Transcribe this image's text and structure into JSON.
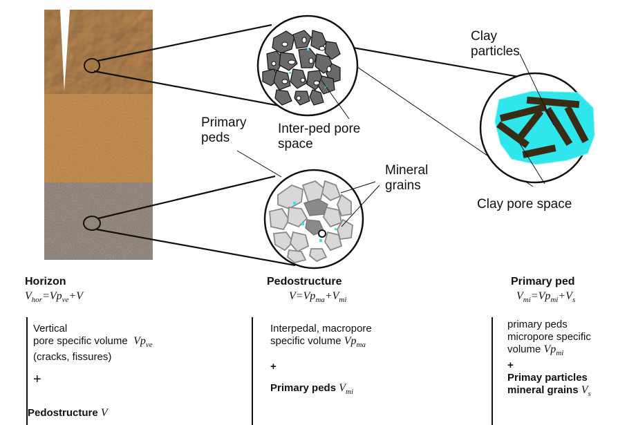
{
  "labels": {
    "clay_particles": "Clay particles",
    "primary_peds": "Primary peds",
    "inter_ped_pore_space": "Inter-ped pore space",
    "mineral_grains": "Mineral grains",
    "clay_pore_space": "Clay pore space"
  },
  "columns": {
    "horizon": {
      "title": "Horizon",
      "formula": {
        "v": "V",
        "hor": "hor",
        "eq": "=",
        "vp": "Vp",
        "ve": "ve",
        "plus": "+",
        "v2": "V"
      },
      "line1": "Vertical",
      "line2": "pore specific volume",
      "sym": {
        "base": "Vp",
        "sub": "ve"
      },
      "line3": "(cracks, fissures)",
      "plus": "+",
      "bottom_label": "Pedostructure",
      "bottom_sym": "V"
    },
    "pedostructure": {
      "title": "Pedostructure",
      "formula": {
        "v": "V",
        "eq": "=",
        "vp": "Vp",
        "ma": "ma",
        "plus": "+",
        "v2": "V",
        "mi": "mi"
      },
      "line1": "Interpedal, macropore",
      "line2": "specific volume",
      "sym": {
        "base": "Vp",
        "sub": "ma"
      },
      "plus": "+",
      "bottom_label": "Primary peds",
      "bottom_sym": {
        "base": "V",
        "sub": "mi"
      }
    },
    "primary_ped": {
      "title": "Primary ped",
      "formula": {
        "v": "V",
        "mi": "mi",
        "eq": "=",
        "vp": "Vp",
        "mi2": "mi",
        "plus": "+",
        "v2": "V",
        "s": "s"
      },
      "line1": "primary peds",
      "line2": "micropore specific",
      "line3": "volume",
      "sym": {
        "base": "Vp",
        "sub": "mi"
      },
      "plus": "+",
      "bottom_label1": "Primay particles",
      "bottom_label2": "mineral grains",
      "bottom_sym": {
        "base": "V",
        "sub": "s"
      }
    }
  },
  "colors": {
    "top_layer": "#c09a6b",
    "middle_layer": "#c08a55",
    "bottom_layer": "#9a8e84",
    "clay_fill": "#2ee6ec",
    "clay_particle": "#3a2b14",
    "ped_fill": "#6a6a6a",
    "grain_fill": "#d8d8d8"
  }
}
